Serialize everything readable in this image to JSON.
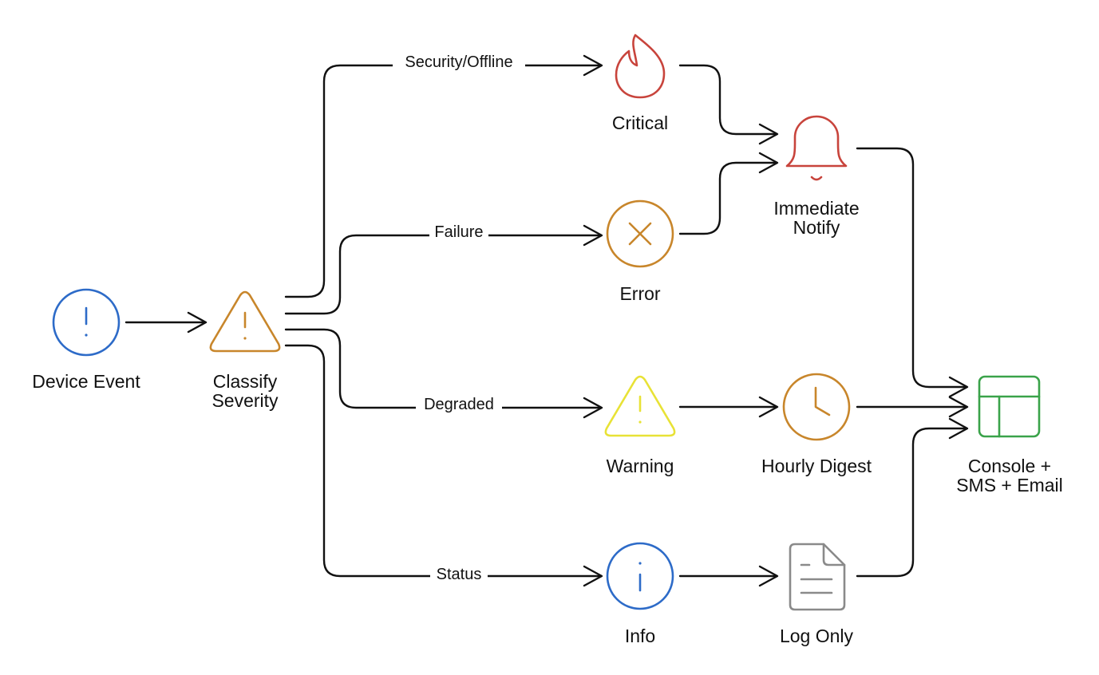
{
  "colors": {
    "blue": "#2D6BC8",
    "orange": "#C8862B",
    "red": "#C8443C",
    "yellow": "#E8E236",
    "green": "#3AA34A",
    "gray": "#8A8A8A",
    "line": "#111111"
  },
  "nodes": [
    {
      "id": "device_event",
      "icon": "alert-circle-icon",
      "color": "blue",
      "label": "Device Event"
    },
    {
      "id": "classify",
      "icon": "warning-triangle-icon",
      "color": "orange",
      "label": [
        "Classify",
        "Severity"
      ]
    },
    {
      "id": "critical",
      "icon": "flame-icon",
      "color": "red",
      "label": "Critical"
    },
    {
      "id": "error",
      "icon": "x-circle-icon",
      "color": "orange",
      "label": "Error"
    },
    {
      "id": "warning",
      "icon": "warning-triangle-icon",
      "color": "yellow",
      "label": "Warning"
    },
    {
      "id": "info",
      "icon": "info-circle-icon",
      "color": "blue",
      "label": "Info"
    },
    {
      "id": "notify",
      "icon": "bell-icon",
      "color": "red",
      "label": [
        "Immediate",
        "Notify"
      ]
    },
    {
      "id": "digest",
      "icon": "clock-icon",
      "color": "orange",
      "label": "Hourly Digest"
    },
    {
      "id": "log",
      "icon": "document-icon",
      "color": "gray",
      "label": "Log Only"
    },
    {
      "id": "console",
      "icon": "layout-icon",
      "color": "green",
      "label": [
        "Console +",
        "SMS + Email"
      ]
    }
  ],
  "edge_labels": {
    "security_offline": "Security/Offline",
    "failure": "Failure",
    "degraded": "Degraded",
    "status": "Status"
  }
}
